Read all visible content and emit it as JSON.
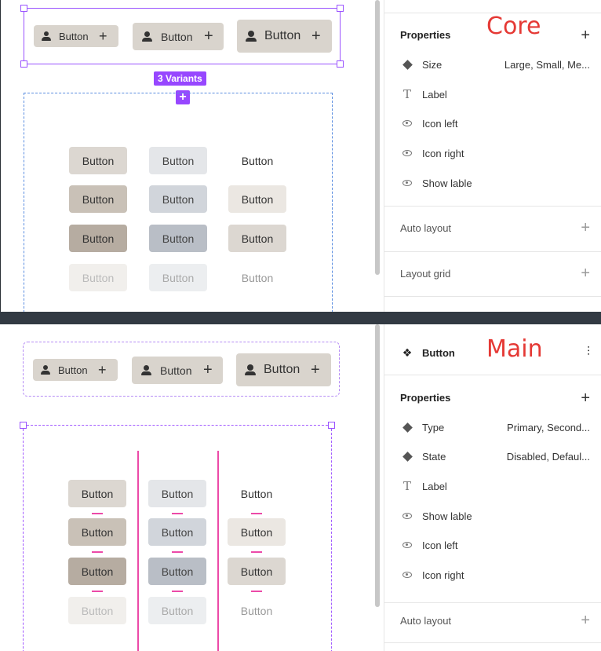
{
  "colors": {
    "accent_purple": "#9747ff",
    "annotation_red": "#e53935",
    "spacing_pink": "#ec4aa8"
  },
  "top": {
    "annotation": "Core",
    "size_variants": [
      "Button",
      "Button",
      "Button"
    ],
    "variants_badge": "3 Variants",
    "add_icon": "+",
    "grid": [
      [
        "Button",
        "Button",
        "Button"
      ],
      [
        "Button",
        "Button",
        "Button"
      ],
      [
        "Button",
        "Button",
        "Button"
      ],
      [
        "Button",
        "Button",
        "Button"
      ]
    ],
    "panel": {
      "properties_title": "Properties",
      "props": [
        {
          "icon": "diamond-icon",
          "label": "Size",
          "value": "Large, Small, Me..."
        },
        {
          "icon": "text-icon",
          "label": "Label",
          "value": ""
        },
        {
          "icon": "eye-icon",
          "label": "Icon left",
          "value": ""
        },
        {
          "icon": "eye-icon",
          "label": "Icon right",
          "value": ""
        },
        {
          "icon": "eye-icon",
          "label": "Show lable",
          "value": ""
        }
      ],
      "auto_layout": "Auto layout",
      "layout_grid": "Layout grid"
    }
  },
  "bottom": {
    "annotation": "Main",
    "size_variants": [
      "Button",
      "Button",
      "Button"
    ],
    "grid": [
      [
        "Button",
        "Button",
        "Button"
      ],
      [
        "Button",
        "Button",
        "Button"
      ],
      [
        "Button",
        "Button",
        "Button"
      ],
      [
        "Button",
        "Button",
        "Button"
      ]
    ],
    "panel": {
      "component_name": "Button",
      "properties_title": "Properties",
      "props": [
        {
          "icon": "diamond-icon",
          "label": "Type",
          "value": "Primary, Second..."
        },
        {
          "icon": "diamond-icon",
          "label": "State",
          "value": "Disabled, Defaul..."
        },
        {
          "icon": "text-icon",
          "label": "Label",
          "value": ""
        },
        {
          "icon": "eye-icon",
          "label": "Show lable",
          "value": ""
        },
        {
          "icon": "eye-icon",
          "label": "Icon left",
          "value": ""
        },
        {
          "icon": "eye-icon",
          "label": "Icon right",
          "value": ""
        }
      ],
      "auto_layout": "Auto layout"
    }
  }
}
